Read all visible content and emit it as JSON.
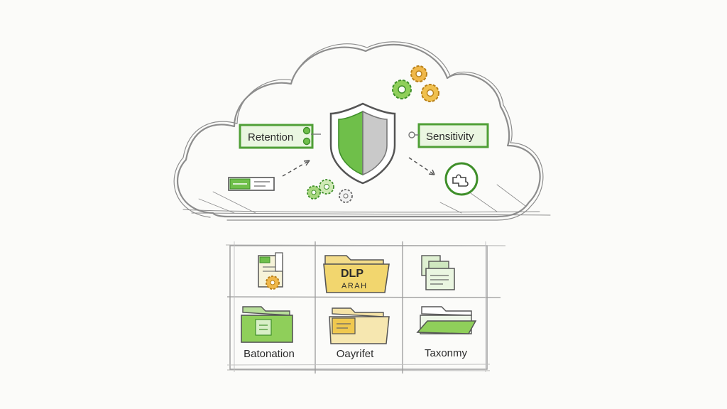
{
  "cloud": {
    "retention_label": "Retention",
    "sensitivity_label": "Sensitivity"
  },
  "grid": {
    "cells": [
      {
        "name": "document-with-gear",
        "title": "",
        "subtitle": "",
        "caption": ""
      },
      {
        "name": "dlp-folder",
        "title": "DLP",
        "subtitle": "ARAH",
        "caption": ""
      },
      {
        "name": "stacked-documents",
        "title": "",
        "subtitle": "",
        "caption": ""
      },
      {
        "name": "green-folder",
        "title": "",
        "subtitle": "",
        "caption": "Batonation"
      },
      {
        "name": "yellow-folder",
        "title": "",
        "subtitle": "",
        "caption": "Oayrifet"
      },
      {
        "name": "open-folder",
        "title": "",
        "subtitle": "",
        "caption": "Taxonmy"
      }
    ]
  },
  "colors": {
    "green": "#6fbf4a",
    "dark_green": "#3f8f2a",
    "yellow": "#e9c655",
    "orange": "#e0a52a",
    "pencil": "#8d8d8d"
  }
}
